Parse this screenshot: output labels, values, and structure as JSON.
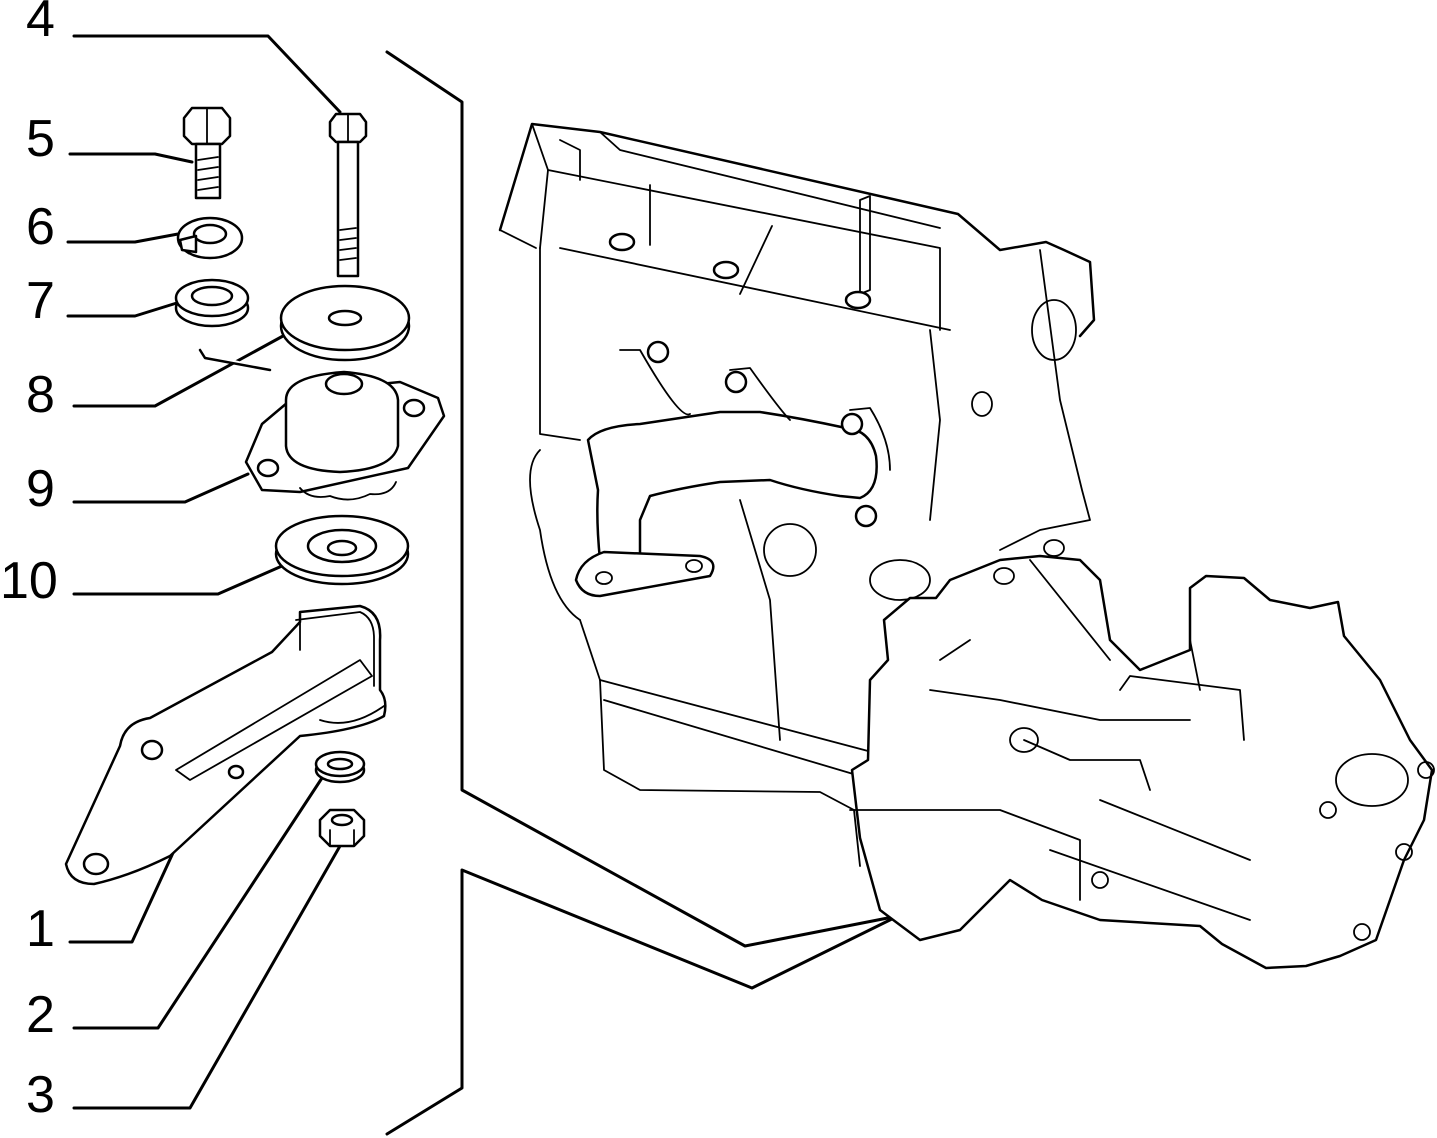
{
  "callouts": [
    {
      "id": "4",
      "label": "4"
    },
    {
      "id": "5",
      "label": "5"
    },
    {
      "id": "6",
      "label": "6"
    },
    {
      "id": "7",
      "label": "7"
    },
    {
      "id": "8",
      "label": "8"
    },
    {
      "id": "9",
      "label": "9"
    },
    {
      "id": "10",
      "label": "10"
    },
    {
      "id": "1",
      "label": "1"
    },
    {
      "id": "2",
      "label": "2"
    },
    {
      "id": "3",
      "label": "3"
    }
  ],
  "parts": [
    {
      "id": "1",
      "icon": "mounting-bracket-icon"
    },
    {
      "id": "2",
      "icon": "washer-icon"
    },
    {
      "id": "3",
      "icon": "hex-nut-icon"
    },
    {
      "id": "4",
      "icon": "long-bolt-icon"
    },
    {
      "id": "5",
      "icon": "short-bolt-icon"
    },
    {
      "id": "6",
      "icon": "split-lock-washer-icon"
    },
    {
      "id": "7",
      "icon": "thick-washer-icon"
    },
    {
      "id": "8",
      "icon": "flat-plate-washer-icon"
    },
    {
      "id": "9",
      "icon": "rubber-mount-icon"
    },
    {
      "id": "10",
      "icon": "cupped-washer-icon"
    }
  ],
  "assembly": {
    "icon": "engine-gearbox-assembly-icon"
  },
  "colors": {
    "line": "#000000",
    "background": "#ffffff"
  }
}
